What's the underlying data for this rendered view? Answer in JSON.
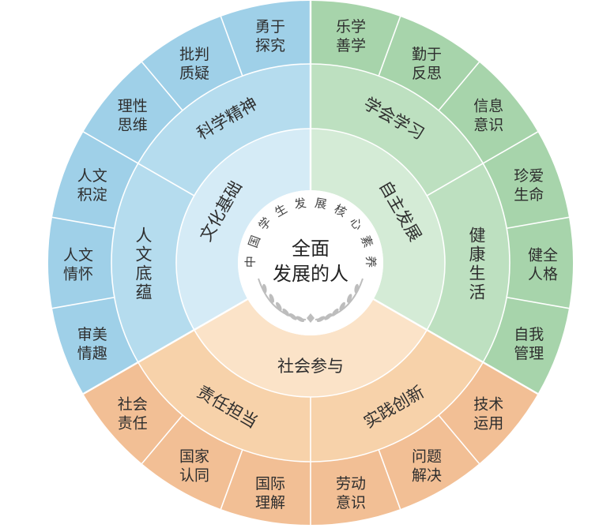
{
  "center": {
    "lines": [
      "全面",
      "发展的人"
    ],
    "arc_text": "中国学生发展核心素养"
  },
  "basics": [
    {
      "key": "culture",
      "label": "文化基础",
      "colors": {
        "inner": "#d5ebf6",
        "mid": "#b5dcee",
        "outer": "#9fd0e8"
      },
      "aspects": [
        {
          "label": "人文底蕴",
          "items": [
            [
              "审美",
              "情趣"
            ],
            [
              "人文",
              "情怀"
            ],
            [
              "人文",
              "积淀"
            ]
          ]
        },
        {
          "label": "科学精神",
          "items": [
            [
              "理性",
              "思维"
            ],
            [
              "批判",
              "质疑"
            ],
            [
              "勇于",
              "探究"
            ]
          ]
        }
      ]
    },
    {
      "key": "development",
      "label": "自主发展",
      "colors": {
        "inner": "#d4ebd6",
        "mid": "#bde0c0",
        "outer": "#a7d4ab"
      },
      "aspects": [
        {
          "label": "学会学习",
          "items": [
            [
              "乐学",
              "善学"
            ],
            [
              "勤于",
              "反思"
            ],
            [
              "信息",
              "意识"
            ]
          ]
        },
        {
          "label": "健康生活",
          "items": [
            [
              "珍爱",
              "生命"
            ],
            [
              "健全",
              "人格"
            ],
            [
              "自我",
              "管理"
            ]
          ]
        }
      ]
    },
    {
      "key": "participation",
      "label": "社会参与",
      "colors": {
        "inner": "#fbe3c8",
        "mid": "#f7d2aa",
        "outer": "#f2bf95"
      },
      "aspects": [
        {
          "label": "实践创新",
          "items": [
            [
              "技术",
              "运用"
            ],
            [
              "问题",
              "解决"
            ],
            [
              "劳动",
              "意识"
            ]
          ]
        },
        {
          "label": "责任担当",
          "items": [
            [
              "国际",
              "理解"
            ],
            [
              "国家",
              "认同"
            ],
            [
              "社会",
              "责任"
            ]
          ]
        }
      ]
    }
  ]
}
